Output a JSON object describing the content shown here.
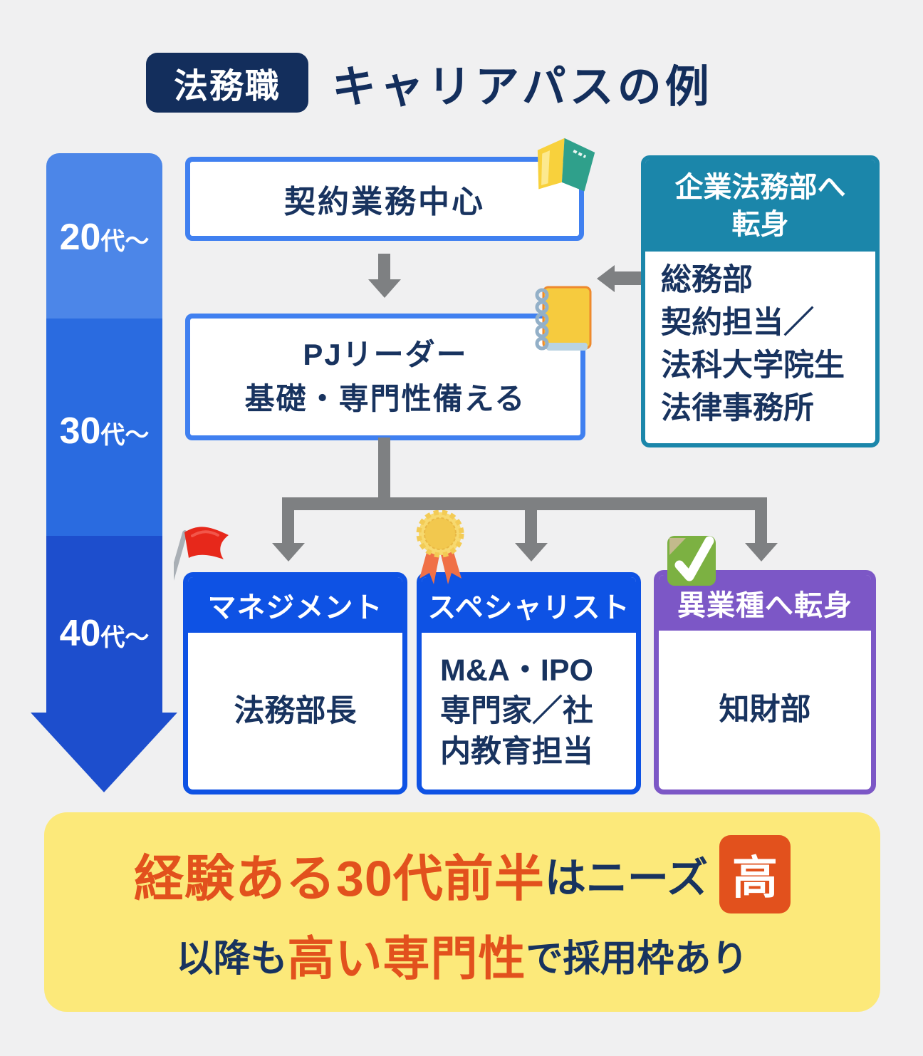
{
  "title": {
    "badge": "法務職",
    "heading": "キャリアパスの例"
  },
  "timeline": {
    "labels": [
      {
        "num": "20",
        "suffix": "代〜"
      },
      {
        "num": "30",
        "suffix": "代〜"
      },
      {
        "num": "40",
        "suffix": "代〜"
      }
    ]
  },
  "flow": {
    "stage1": {
      "label": "契約業務中心",
      "icon": "open-book"
    },
    "stage2": {
      "lines": [
        "PJリーダー",
        "基礎・専門性備える"
      ],
      "icon": "spiral-notebook"
    }
  },
  "side_box": {
    "header_lines": [
      "企業法務部へ",
      "転身"
    ],
    "items": [
      "総務部",
      "契約担当／",
      "法科大学院生",
      "法律事務所"
    ]
  },
  "branches": [
    {
      "header": "マネジメント",
      "icon": "red-flag",
      "body_lines": [
        "法務部長"
      ]
    },
    {
      "header": "スペシャリスト",
      "icon": "gold-medal",
      "body_lines": [
        "M&A・IPO",
        "専門家／社",
        "内教育担当"
      ]
    },
    {
      "header": "異業種へ転身",
      "icon": "check-mark",
      "body_lines": [
        "知財部"
      ]
    }
  ],
  "banner": {
    "line1_parts": [
      {
        "text": "経験ある30代前半",
        "emphasis": true
      },
      {
        "text": "はニーズ",
        "emphasis": false
      }
    ],
    "badge": "高",
    "line2_parts": [
      {
        "text": "以降も",
        "emphasis": false
      },
      {
        "text": "高い専門性",
        "emphasis": true
      },
      {
        "text": "で採用枠あり",
        "emphasis": false
      }
    ]
  },
  "colors": {
    "background": "#f0f0f1",
    "navy_text": "#18335f",
    "title_badge_navy": "#132e5c",
    "box_border_blue": "#4080f0",
    "branch_header_blue": "#0e52e4",
    "timeline_blues": [
      "#4c86e8",
      "#2a6be0",
      "#1d4ecd"
    ],
    "teal": "#1b86aa",
    "purple": "#7c57c6",
    "connector_gray": "#7e8082",
    "banner_yellow": "#fce97a",
    "accent_orange": "#e2511d",
    "flag_red": "#e7281b",
    "check_green": "#7cb142"
  }
}
